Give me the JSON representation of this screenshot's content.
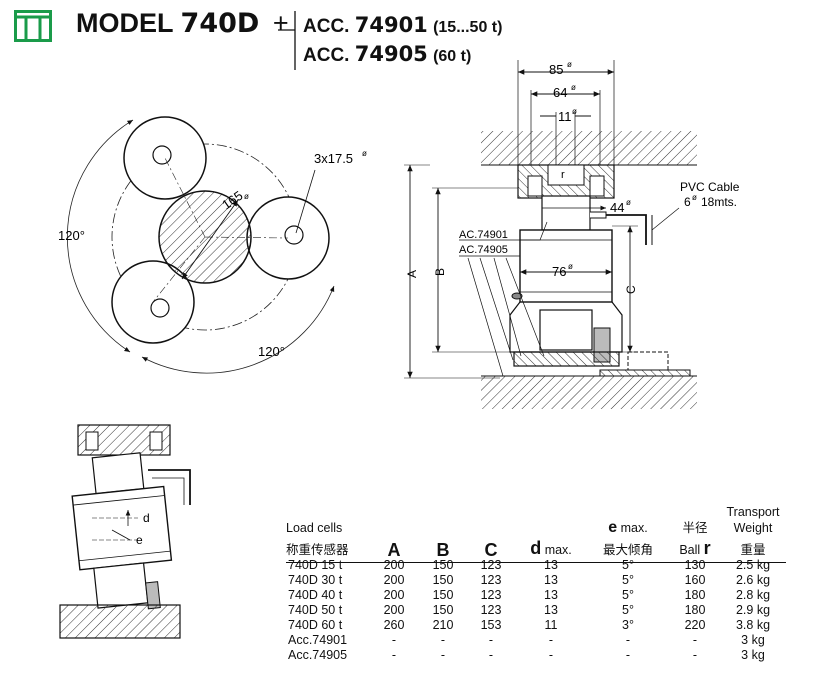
{
  "header": {
    "model_prefix": "MODEL",
    "model_number": "740D",
    "plus": "+",
    "acc_prefix_1": "ACC.",
    "acc_number_1": "74901",
    "acc_range_1": "(15...50 t)",
    "acc_prefix_2": "ACC.",
    "acc_number_2": "74905",
    "acc_range_2": "(60 t)"
  },
  "colors": {
    "logo": "#1a9b4a",
    "hatch": "#333333"
  },
  "diagram": {
    "top_view": {
      "angle_1": "120°",
      "angle_2": "120°",
      "dia_165": "165",
      "holes": "3x17.5"
    },
    "section": {
      "dim_85": "85",
      "dim_64": "64",
      "dim_11": "11",
      "dim_44": "44",
      "dim_76": "76",
      "label_r": "r",
      "label_A": "A",
      "label_B": "B",
      "label_C": "C",
      "acc_74901": "AC.74901",
      "acc_74905": "AC.74905",
      "cable_1": "PVC Cable",
      "cable_2": "6",
      "cable_3": "18mts.",
      "dia_mark": "ø"
    },
    "tilt": {
      "label_d": "d",
      "label_e": "e"
    }
  },
  "table": {
    "headers": {
      "load_cells_en": "Load cells",
      "load_cells_cn": "称重传感器",
      "a": "A",
      "b": "B",
      "c": "C",
      "d": "d",
      "d_suffix": "max.",
      "e": "e",
      "e_suffix": "max.",
      "e_cn": "最大倾角",
      "r_cn": "半径",
      "r_ball": "Ball",
      "r": "r",
      "weight_en_1": "Transport",
      "weight_en_2": "Weight",
      "weight_cn": "重量"
    },
    "rows": [
      [
        "740D  15 t",
        "200",
        "150",
        "123",
        "13",
        "5°",
        "130",
        "2.5 kg"
      ],
      [
        "740D  30 t",
        "200",
        "150",
        "123",
        "13",
        "5°",
        "160",
        "2.6 kg"
      ],
      [
        "740D  40 t",
        "200",
        "150",
        "123",
        "13",
        "5°",
        "180",
        "2.8 kg"
      ],
      [
        "740D  50 t",
        "200",
        "150",
        "123",
        "13",
        "5°",
        "180",
        "2.9 kg"
      ],
      [
        "740D  60 t",
        "260",
        "210",
        "153",
        "11",
        "3°",
        "220",
        "3.8 kg"
      ],
      [
        "Acc.74901",
        "-",
        "-",
        "-",
        "-",
        "-",
        "-",
        "3 kg"
      ],
      [
        "Acc.74905",
        "-",
        "-",
        "-",
        "-",
        "-",
        "-",
        "3 kg"
      ]
    ]
  }
}
